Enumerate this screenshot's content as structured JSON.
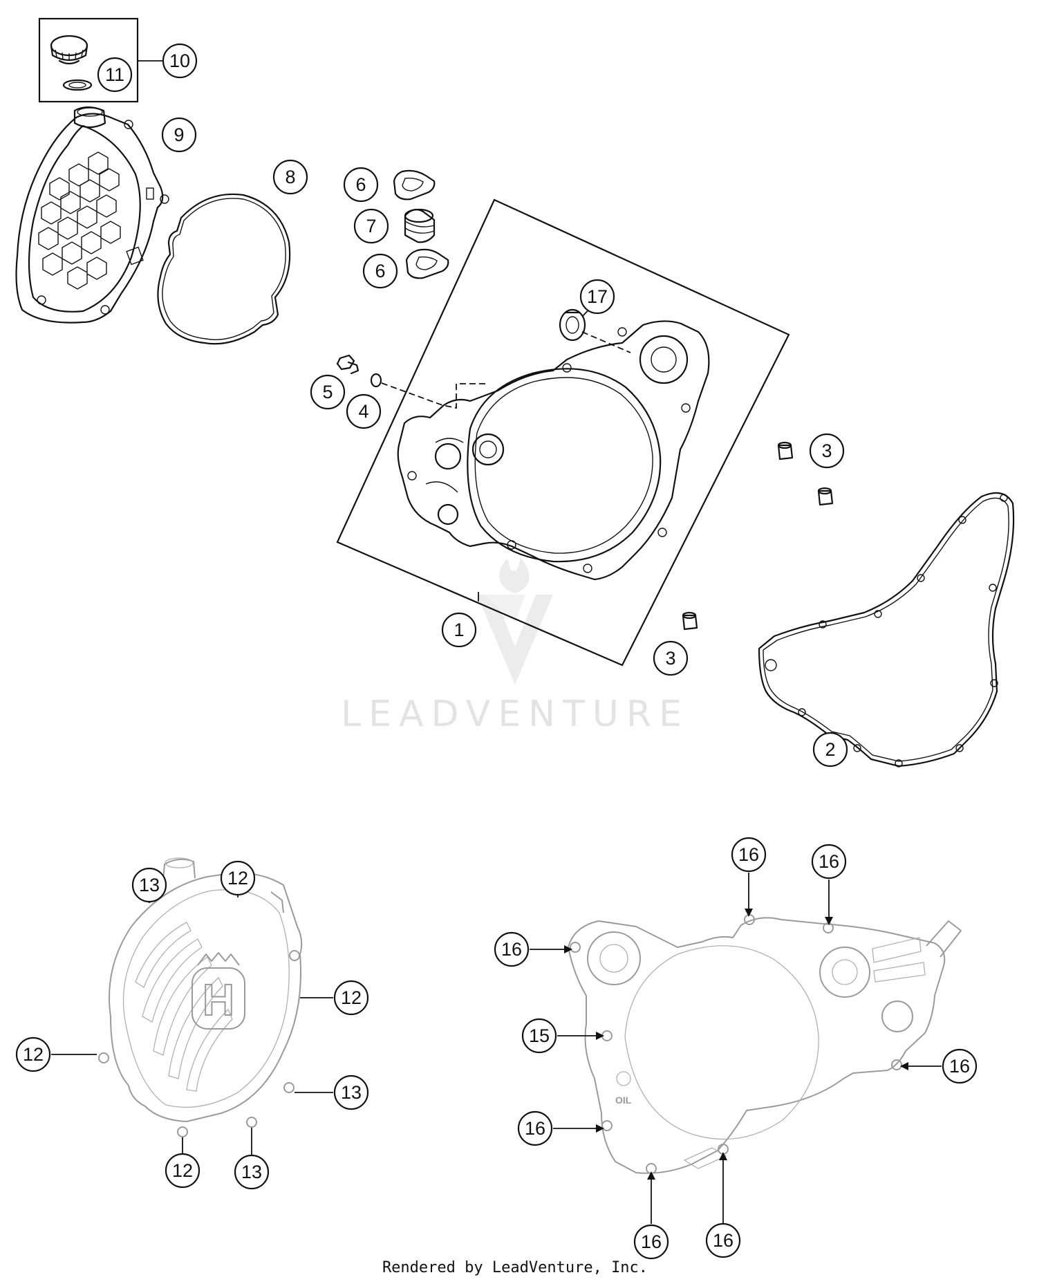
{
  "watermark": {
    "brand_text": "LEADVENTURE"
  },
  "footer": {
    "rendered_by": "Rendered by LeadVenture, Inc."
  },
  "callouts": {
    "c1": "1",
    "c2": "2",
    "c3a": "3",
    "c3b": "3",
    "c4": "4",
    "c5": "5",
    "c6a": "6",
    "c6b": "6",
    "c7": "7",
    "c8": "8",
    "c9": "9",
    "c10": "10",
    "c11": "11",
    "c17": "17",
    "l12a": "12",
    "l12b": "12",
    "l12c": "12",
    "l12d": "12",
    "l13a": "13",
    "l13b": "13",
    "l13c": "13",
    "r16a": "16",
    "r16b": "16",
    "r16c": "16",
    "r16d": "16",
    "r16e": "16",
    "r16f": "16",
    "r16g": "16",
    "r15": "15"
  },
  "emblem": {
    "letter": "H"
  },
  "casting_mark": {
    "text": "OIL"
  }
}
